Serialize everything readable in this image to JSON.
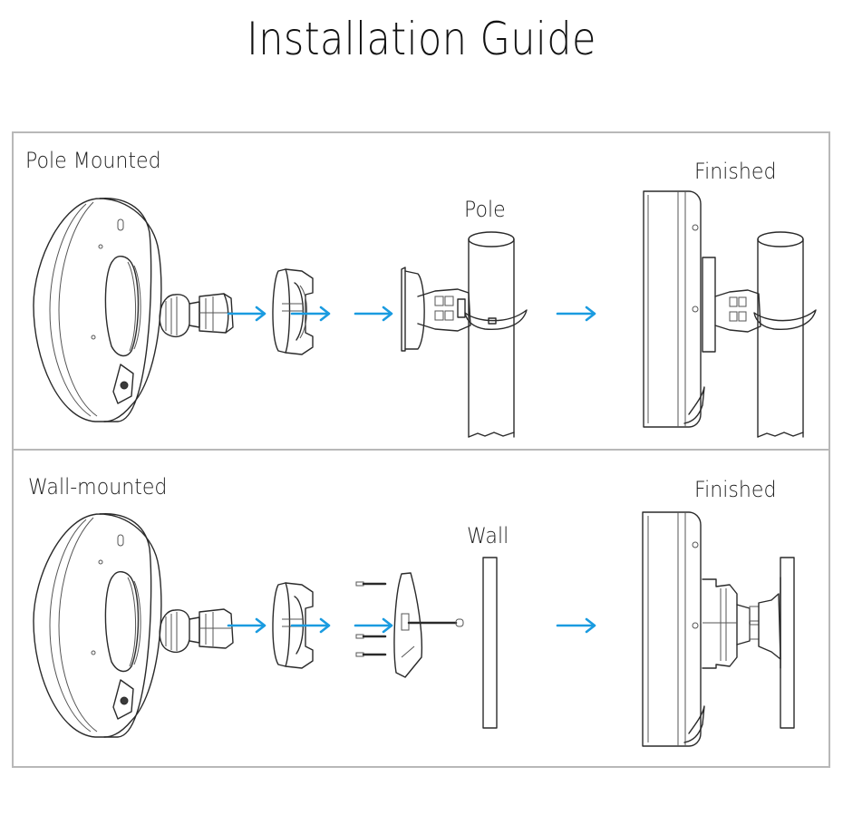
{
  "page": {
    "title": "Installation Guide",
    "accent_color": "#1a9be0",
    "border_color": "#b8b8b8"
  },
  "sections": [
    {
      "heading": "Pole Mounted",
      "target_label": "Pole",
      "result_label": "Finished",
      "steps": [
        "access-point",
        "ball-joint-connector",
        "mounting-base",
        "pole-bracket-with-clamp",
        "finished-on-pole"
      ],
      "arrows": 4
    },
    {
      "heading": "Wall-mounted",
      "target_label": "Wall",
      "result_label": "Finished",
      "steps": [
        "access-point",
        "ball-joint-connector",
        "mounting-base",
        "wall-plate-with-screws",
        "finished-on-wall"
      ],
      "arrows": 4
    }
  ],
  "icons": {
    "arrow": "right-arrow-icon"
  }
}
